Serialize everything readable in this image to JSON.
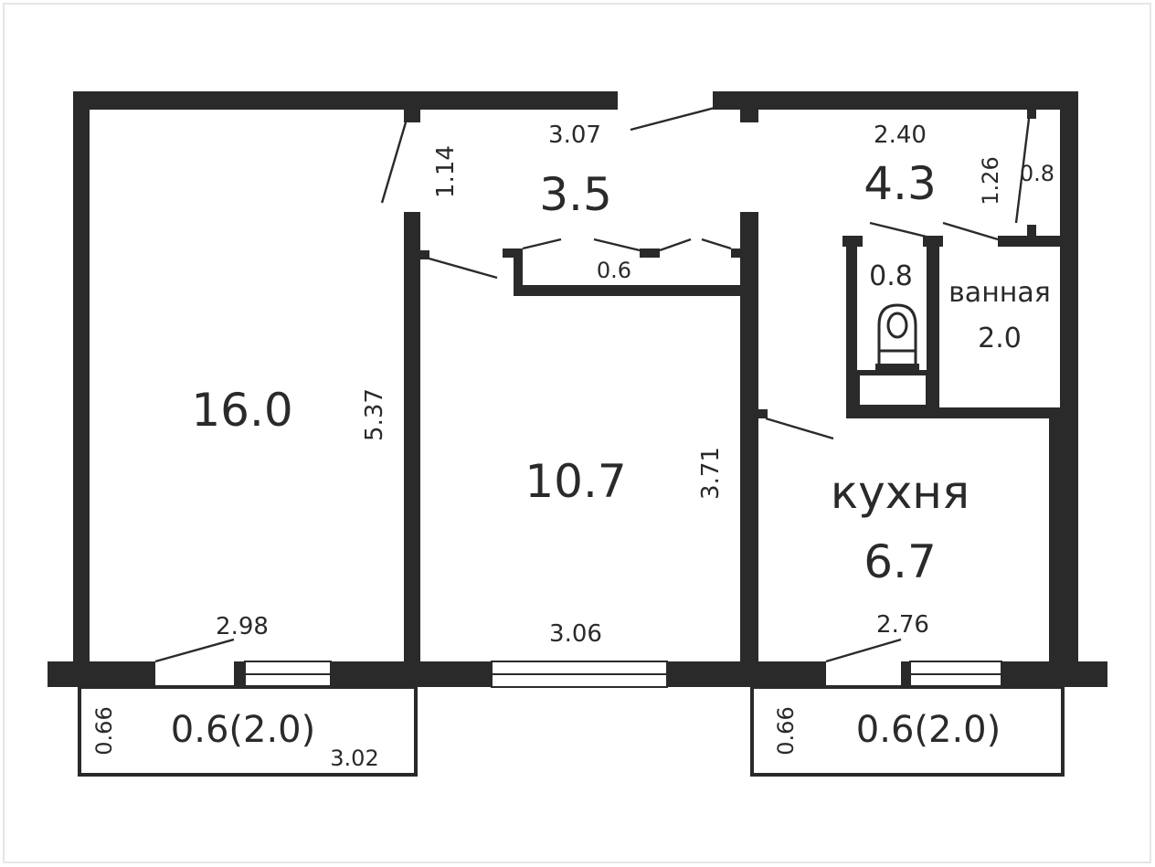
{
  "rooms": {
    "room1": {
      "area": "16.0"
    },
    "room2": {
      "area": "10.7"
    },
    "hall": {
      "area": "3.5"
    },
    "corridor": {
      "area": "4.3"
    },
    "wc": {
      "area": "0.8"
    },
    "bathroom": {
      "name": "ванная",
      "area": "2.0"
    },
    "kitchen": {
      "name": "кухня",
      "area": "6.7"
    },
    "balcony_left": {
      "area": "0.6(2.0)"
    },
    "balcony_right": {
      "area": "0.6(2.0)"
    }
  },
  "dimensions": {
    "hall_width": "3.07",
    "hall_depth": "1.14",
    "corridor_width": "2.40",
    "bath_door_height": "1.26",
    "bath_door_width": "0.8",
    "closet_width": "0.6",
    "room1_depth": "5.37",
    "room2_depth": "3.71",
    "room1_width": "2.98",
    "room2_width": "3.06",
    "kitchen_width": "2.76",
    "balcony_left_depth": "0.66",
    "balcony_left_width": "3.02",
    "balcony_right_depth": "0.66"
  }
}
